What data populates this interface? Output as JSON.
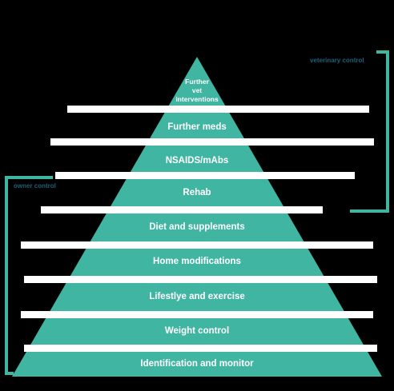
{
  "colors": {
    "background": "#000000",
    "pyramid": "#40b5a1",
    "band": "#ffffff",
    "bracket": "#40b5a1",
    "bracket_text": "#1f5f7a"
  },
  "diagram": {
    "top_label_lines": [
      "Further",
      "vet",
      "interventions"
    ],
    "tiers": [
      "Further meds",
      "NSAIDS/mAbs",
      "Rehab",
      "Diet and supplements",
      "Home modifications",
      "Lifestlye and exercise",
      "Weight control",
      "Identification and monitor"
    ],
    "brackets": {
      "veterinary": "veterinary control",
      "owner": "owner control"
    }
  }
}
